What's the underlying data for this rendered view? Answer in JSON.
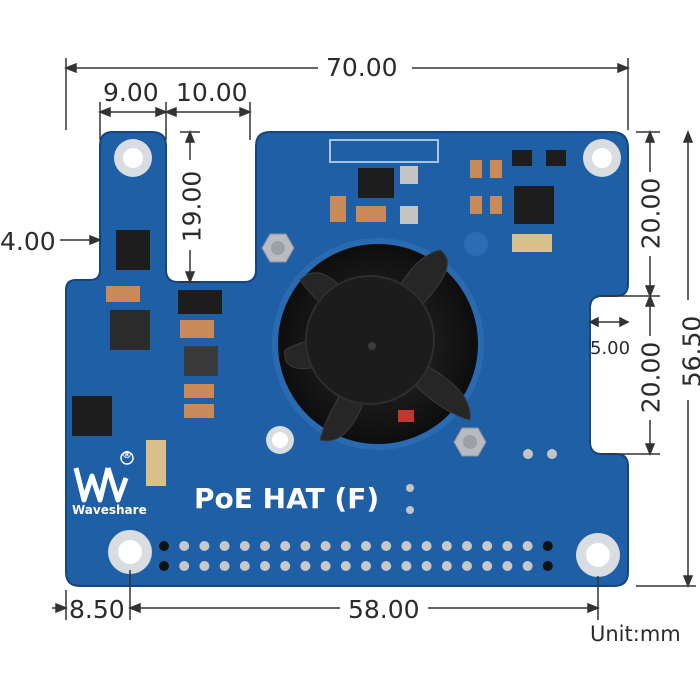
{
  "product": {
    "title": "PoE HAT (F)",
    "brand": "Waveshare",
    "logo_mark": "W",
    "registered_symbol": "®"
  },
  "dimensions": {
    "overall_width": "70.00",
    "tab_width": "9.00",
    "notch_width": "10.00",
    "notch_depth": "19.00",
    "tab_offset": "4.00",
    "right_upper_height": "20.00",
    "right_lower_height": "20.00",
    "right_notch_depth": "5.00",
    "overall_height": "56.50",
    "left_hole_offset": "8.50",
    "hole_spacing": "58.00",
    "unit": "Unit:mm"
  },
  "colors": {
    "pcb": "#1f5fa6",
    "pcb_dark": "#184e8c",
    "fan": "#1a1a1a",
    "dimension_line": "#333333"
  },
  "components": {
    "fan": "cooling-fan",
    "header": "gpio-header-40pin",
    "holes": "mounting-holes"
  }
}
